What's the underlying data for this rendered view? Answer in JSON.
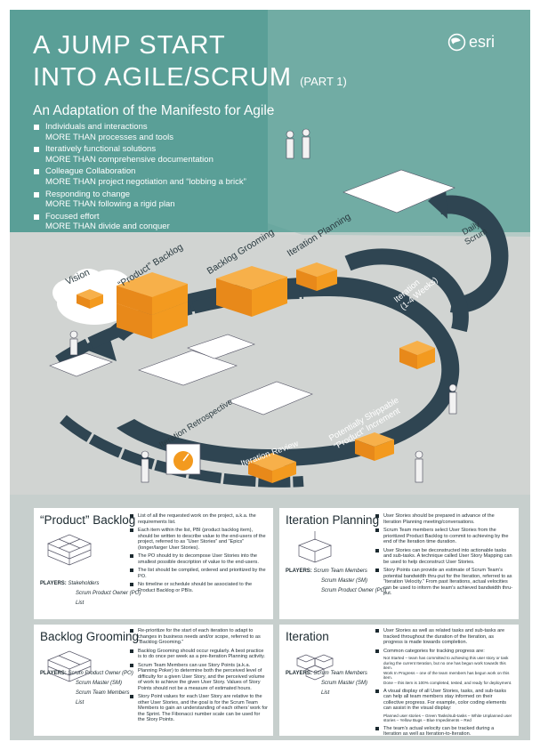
{
  "header": {
    "title_line1": "A JUMP START",
    "title_line2": "INTO AGILE/SCRUM",
    "title_part": "(PART 1)",
    "subtitle": "An Adaptation of the Manifesto for Agile",
    "logo_text": "esri"
  },
  "manifesto": [
    {
      "line1": "Individuals and interactions",
      "line2": "MORE THAN processes and tools"
    },
    {
      "line1": "Iteratively functional solutions",
      "line2": "MORE THAN comprehensive documentation"
    },
    {
      "line1": "Colleague Collaboration",
      "line2": "MORE THAN project negotiation and “lobbing a brick”"
    },
    {
      "line1": "Responding to change",
      "line2": "MORE THAN following a rigid plan"
    },
    {
      "line1": "Focused effort",
      "line2": "MORE THAN divide and conquer"
    }
  ],
  "scene_labels": {
    "vision": "Vision",
    "product_backlog": "“Product” Backlog",
    "backlog_grooming": "Backlog Grooming",
    "iteration_planning": "Iteration Planning",
    "daily_scrum_1": "Daily",
    "daily_scrum_2": "Scrum",
    "iteration_1": "Iteration",
    "iteration_2": "(1-4 Weeks)",
    "potentially_1": "Potentially Shippable",
    "potentially_2": "“Product” Increment",
    "iteration_review": "Iteration Review",
    "iteration_retrospective": "Iteration Retrospective"
  },
  "cards": {
    "product_backlog": {
      "title": "“Product” Backlog",
      "players_label": "PLAYERS:",
      "players": [
        "Stakeholders",
        "Scrum Product Owner (PO)",
        "List"
      ],
      "bullets": [
        "List of all the requested work on the project, a.k.a. the requirements list.",
        "Each item within the list, PBI (product backlog item), should be written to describe value to the end-users of the project, referred to as “User Stories” and “Epics” (longer/larger User Stories).",
        "The PO should try to decompose User Stories into the smallest possible description of value to the end-users.",
        "The list should be compiled, ordered and prioritized by the PO.",
        "No timeline or schedule should be associated to the Product Backlog or PBIs."
      ]
    },
    "iteration_planning": {
      "title": "Iteration Planning",
      "players_label": "PLAYERS:",
      "players": [
        "Scrum Team Members",
        "Scrum Master (SM)",
        "Scrum Product Owner (PO)"
      ],
      "bullets": [
        "User Stories should be prepared in advance of the Iteration Planning meeting/conversations.",
        "Scrum Team members select User Stories from the prioritized Product Backlog to commit to achieving by the end of the Iteration time duration.",
        "User Stories can be deconstructed into actionable tasks and sub-tasks. A technique called User Story Mapping can be used to help deconstruct User Stories.",
        "Story Points can provide an estimate of Scrum Team’s potential bandwidth thru-put for the Iteration, referred to as “Iteration Velocity.” From past Iterations, actual velocities can be used to inform the team’s achieved bandwidth thru-put."
      ]
    },
    "backlog_grooming": {
      "title": "Backlog Grooming",
      "players_label": "PLAYERS:",
      "players": [
        "Scrum Product Owner (PO)",
        "Scrum Master (SM)",
        "Scrum Team Members",
        "List"
      ],
      "bullets": [
        "Re-prioritize for the start of each iteration to adapt to changes in business needs and/or scope, referred to as “Backlog Grooming.”",
        "Backlog Grooming should occur regularly. A best practice is to do once per week as a pre-Iteration Planning activity.",
        "Scrum Team Members can use Story Points (a.k.a. Planning Poker) to determine both the perceived level of difficulty for a given User Story, and the perceived volume of work to achieve the given User Story. Values of Story Points should not be a measure of estimated hours.",
        "Story Point values for each User Story are relative to the other User Stories, and the goal is for the Scrum Team Members to gain an understanding of each others’ work for the Sprint. The Fibonacci number scale can be used for the Story Points."
      ]
    },
    "iteration": {
      "title": "Iteration",
      "players_label": "PLAYERS:",
      "players": [
        "Scrum Team Members",
        "Scrum Master (SM)",
        "List"
      ],
      "bullets_a": [
        "User Stories as well as related tasks and sub-tasks are tracked throughout the duration of the Iteration, as progress is made towards completion.",
        "Common categories for tracking progress are:"
      ],
      "legend": [
        "Not Started – team has committed to achieving this user story or task during the current Iteration, but no one has begun work towards this item.",
        "Work In Progress – one of the team members has begun work on this item.",
        "Done – this item is 100% completed, tested, and ready for deployment."
      ],
      "bullets_b": [
        "A visual display of all User Stories, tasks, and sub-tasks can help all team members stay informed on their collective progress. For example, color coding elements can assist in the visual display:"
      ],
      "colors": [
        "Planned user stories – Green",
        "Tasks/sub-tasks – White",
        "Unplanned user stories – Yellow",
        "Bugs – Blue",
        "Impediments – Red"
      ],
      "bullets_c": [
        "The team’s actual velocity can be tracked during a Iteration as well as Iteration-to-Iteration."
      ]
    }
  },
  "colors": {
    "teal": "#5a9f97",
    "orange": "#f39a1f",
    "arrow": "#2f4552",
    "card_bg": "#ffffff"
  }
}
